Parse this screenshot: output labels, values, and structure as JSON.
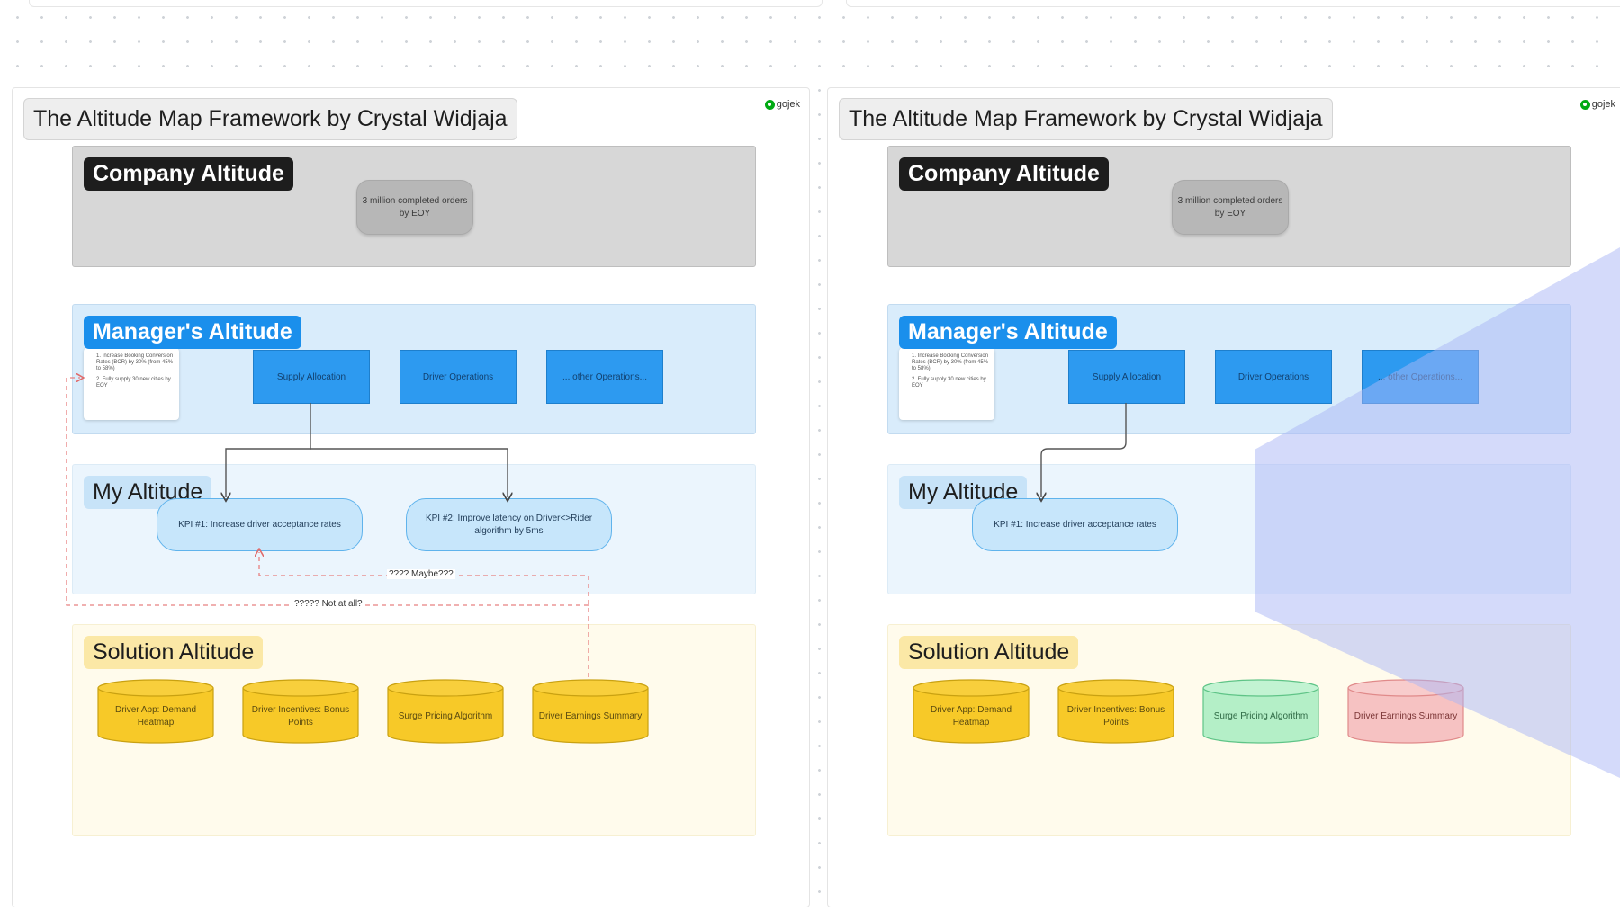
{
  "frames": [
    {
      "title": "The Altitude Map Framework by Crystal Widjaja",
      "logo": "gojek",
      "company": {
        "label": "Company Altitude",
        "goal": "3 million completed orders by EOY"
      },
      "manager": {
        "label": "Manager's Altitude",
        "notes": [
          "1. Increase Booking Conversion Rates (BCR) by 30% (from 45% to 58%)",
          "2. Fully supply 30 new cities by EOY"
        ],
        "operations": [
          "Supply Allocation",
          "Driver Operations",
          "... other Operations..."
        ]
      },
      "my": {
        "label": "My Altitude",
        "kpis": [
          "KPI #1: Increase driver acceptance rates",
          "KPI #2: Improve latency on Driver<>Rider algorithm by 5ms"
        ]
      },
      "solution": {
        "label": "Solution Altitude",
        "items": [
          "Driver App: Demand Heatmap",
          "Driver Incentives: Bonus Points",
          "Surge Pricing Algorithm",
          "Driver Earnings Summary"
        ]
      },
      "dashed_labels": [
        "???? Maybe???",
        "????? Not at all?"
      ]
    },
    {
      "title": "The Altitude Map Framework by Crystal Widjaja",
      "logo": "gojek",
      "company": {
        "label": "Company Altitude",
        "goal": "3 million completed orders by EOY"
      },
      "manager": {
        "label": "Manager's Altitude",
        "notes": [
          "1. Increase Booking Conversion Rates (BCR) by 30% (from 45% to 58%)",
          "2. Fully supply 30 new cities by EOY"
        ],
        "operations": [
          "Supply Allocation",
          "Driver Operations",
          "... other Operations..."
        ]
      },
      "my": {
        "label": "My Altitude",
        "kpis": [
          "KPI #1: Increase driver acceptance rates"
        ]
      },
      "solution": {
        "label": "Solution Altitude",
        "items": [
          "Driver App: Demand Heatmap",
          "Driver Incentives: Bonus Points",
          "Surge Pricing Algorithm",
          "Driver Earnings Summary"
        ]
      }
    }
  ],
  "colors": {
    "company_band": "#d7d7d7",
    "manager_band": "#d9ecfb",
    "manager_label": "#1a8fec",
    "operation_box": "#2d9af0",
    "my_band": "#ebf5fd",
    "kpi_pill": "#c7e6fb",
    "solution_band": "#fffbec",
    "solution_label": "#fbe8a6",
    "cylinder_yellow": "#f7c928",
    "cylinder_green": "#b4efc7",
    "cylinder_red": "#f6c2c2",
    "dashed_connector": "#f08080",
    "overlay": "#a9b6f5"
  }
}
